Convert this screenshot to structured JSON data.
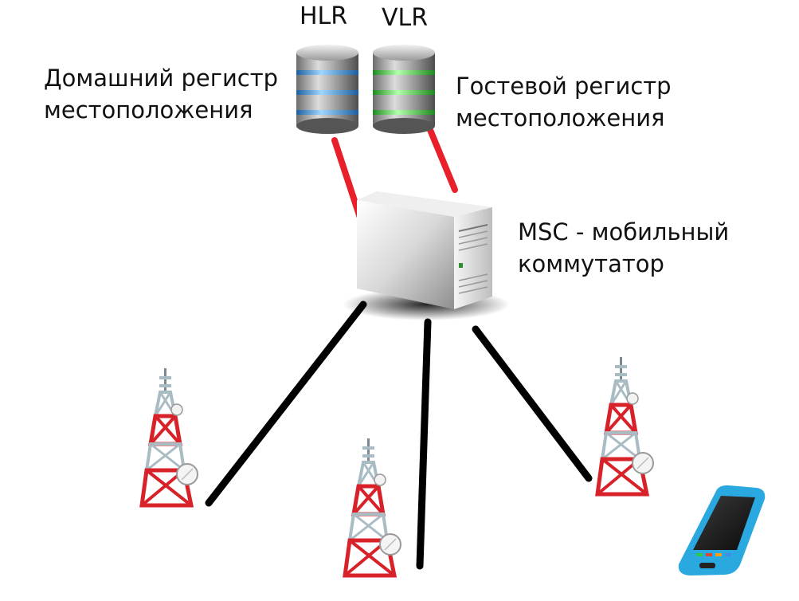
{
  "labels": {
    "hlr": "HLR",
    "vlr": "VLR",
    "hlr_desc": "Домашний регистр\nместоположения",
    "vlr_desc": "Гостевой регистр\nместоположения",
    "msc_desc": "MSC - мобильный\nкоммутатор"
  },
  "icons": [
    "hlr-database-icon",
    "vlr-database-icon",
    "msc-server-icon",
    "cell-tower-icon",
    "mobile-phone-icon"
  ],
  "colors": {
    "hlr_accent": "#4ea3e8",
    "vlr_accent": "#4ed84a",
    "database_link": "#e8202a",
    "radio_link": "#000000",
    "tower_red": "#d8222a",
    "tower_steel": "#a9bcc4",
    "phone_body": "#2aa8e0"
  }
}
